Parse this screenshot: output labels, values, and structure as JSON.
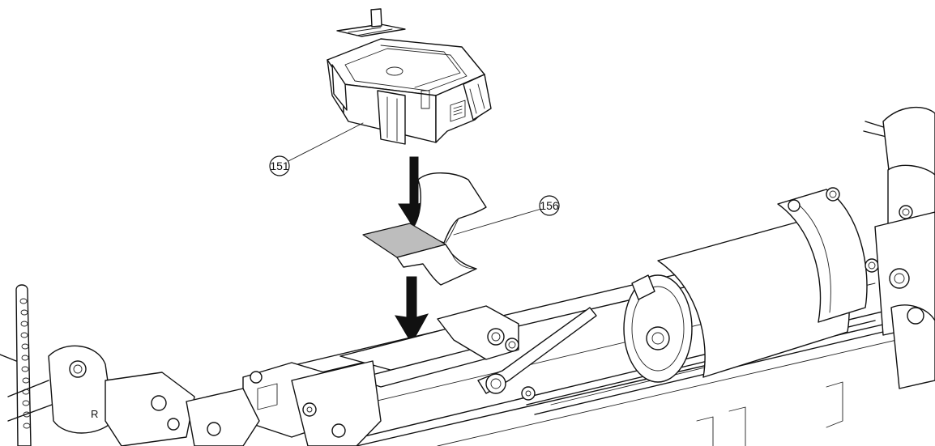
{
  "callouts": [
    {
      "id": "part-151",
      "label": "151"
    },
    {
      "id": "part-156",
      "label": "156"
    }
  ],
  "colors": {
    "line": "#111111",
    "tape_gray": "#bdbdbd",
    "background": "#ffffff"
  },
  "chassis_marking": "R"
}
